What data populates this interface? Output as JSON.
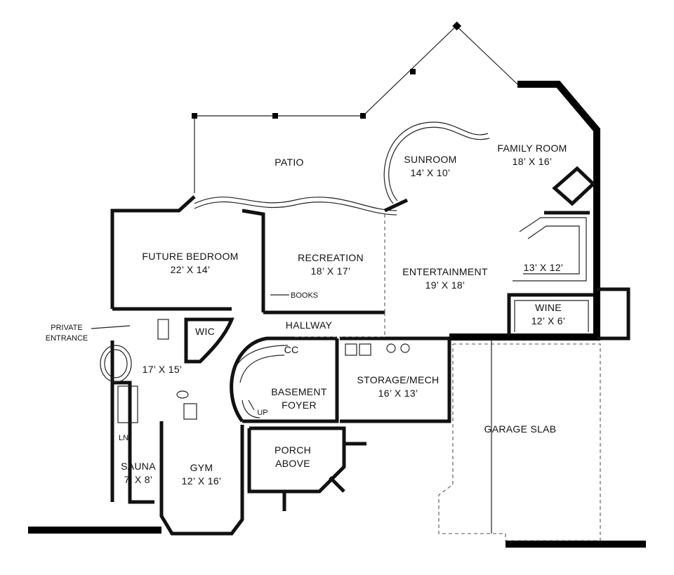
{
  "plan": {
    "rooms": {
      "patio": {
        "name": "PATIO"
      },
      "sunroom": {
        "name": "SUNROOM",
        "size": "14’ X 10’"
      },
      "family_room": {
        "name": "FAMILY ROOM",
        "size": "18’ X 16’"
      },
      "future_bedroom": {
        "name": "FUTURE BEDROOM",
        "size": "22’ X 14’"
      },
      "recreation": {
        "name": "RECREATION",
        "size": "18’ X 17’"
      },
      "entertainment": {
        "name": "ENTERTAINMENT",
        "size": "19’ X 18’"
      },
      "bar": {
        "size": "13’ X 12’"
      },
      "wine": {
        "name": "WINE",
        "size": "12’ X 6’"
      },
      "hallway": {
        "name": "HALLWAY"
      },
      "wic": {
        "name": "WIC"
      },
      "bath": {
        "size": "17’ X 15’"
      },
      "cc": {
        "name": "CC"
      },
      "basement_foyer": {
        "name_line1": "BASEMENT",
        "name_line2": "FOYER"
      },
      "storage_mech": {
        "name": "STORAGE/MECH",
        "size": "16’ X 13’"
      },
      "garage_slab": {
        "name": "GARAGE SLAB"
      },
      "porch": {
        "name_line1": "PORCH",
        "name_line2": "ABOVE"
      },
      "sauna": {
        "name": "SAUNA",
        "size": "7’ X 8’"
      },
      "gym": {
        "name": "GYM",
        "size": "12’ X 16’"
      },
      "linen": {
        "name": "LN"
      }
    },
    "annotations": {
      "books": "BOOKS",
      "private_entrance_line1": "PRIVATE",
      "private_entrance_line2": "ENTRANCE",
      "stair_up": "UP"
    }
  }
}
